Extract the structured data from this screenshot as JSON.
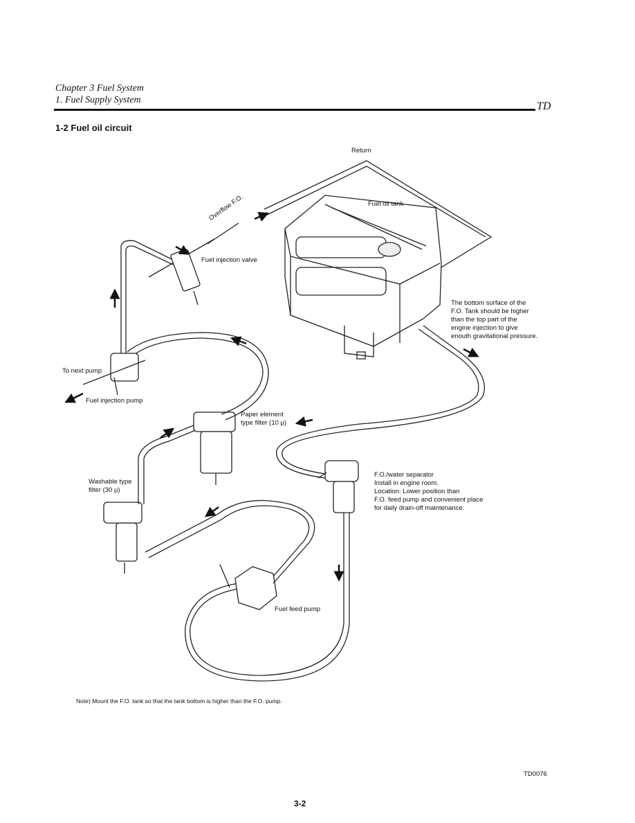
{
  "header": {
    "chapter": "Chapter 3 Fuel System",
    "section": "1.  Fuel Supply System",
    "brand": "TD"
  },
  "section_title": "1-2  Fuel oil circuit",
  "diagram": {
    "labels": {
      "return": "Return",
      "fuel_oil_tank": "Fuel oil tank",
      "overflow": "Overflow F.O.",
      "fuel_injection_valve": "Fuel injection valve",
      "tank_note": [
        "The bottom surface of the",
        "F.O. Tank should be higher",
        "than the top part of the",
        "engine injection to give",
        "enouth gravitational pressure."
      ],
      "to_next_pump": "To next pump",
      "fuel_injection_pump": "Fuel injection pump",
      "paper_filter": [
        "Paper element",
        "type filter (10 µ)"
      ],
      "washable_filter": [
        "Washable type",
        "filter  (30 µ)"
      ],
      "separator": [
        "F.O./water separator",
        "Install in engine room.",
        "Location:  Lower position than",
        "F.O. feed pump and convenient place",
        "for daily drain-off maintenance."
      ],
      "fuel_feed_pump": "Fuel feed pump"
    }
  },
  "note": "Note)  Mount the F.O. tank so that the tank bottom is higher than the F.O. pump.",
  "figure_code": "TD0076",
  "page_number": "3-2"
}
